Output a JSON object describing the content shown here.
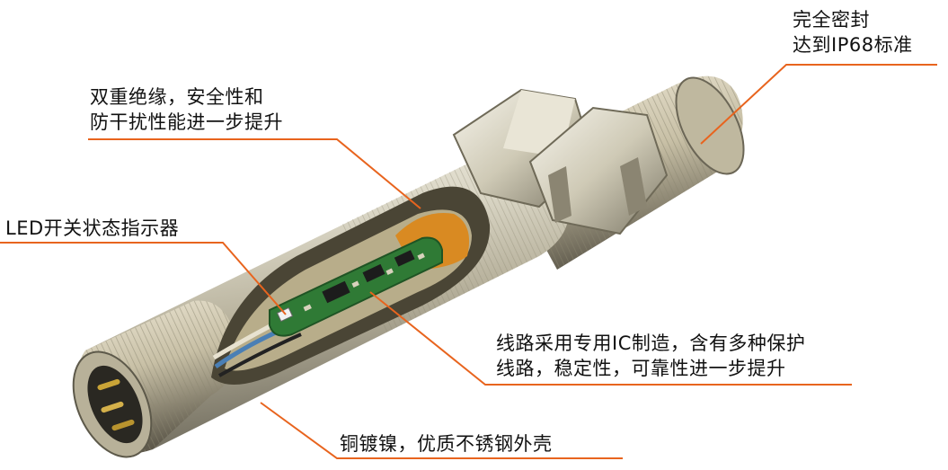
{
  "colors": {
    "leader_line": "#e8641e",
    "label_text": "#111111",
    "housing": "#d6d2c2",
    "pcb": "#2f7a35",
    "pins": "#c9a437"
  },
  "callouts": {
    "seal": {
      "line1": "完全密封",
      "line2": "达到IP68标准"
    },
    "insulation": {
      "line1": "双重绝缘，安全性和",
      "line2": "防干扰性能进一步提升"
    },
    "led": {
      "line1": "LED开关状态指示器"
    },
    "ic": {
      "line1": "线路采用专用IC制造，含有多种保护",
      "line2": "线路，稳定性，可靠性进一步提升"
    },
    "shell": {
      "line1": "铜镀镍，优质不锈钢外壳"
    }
  }
}
